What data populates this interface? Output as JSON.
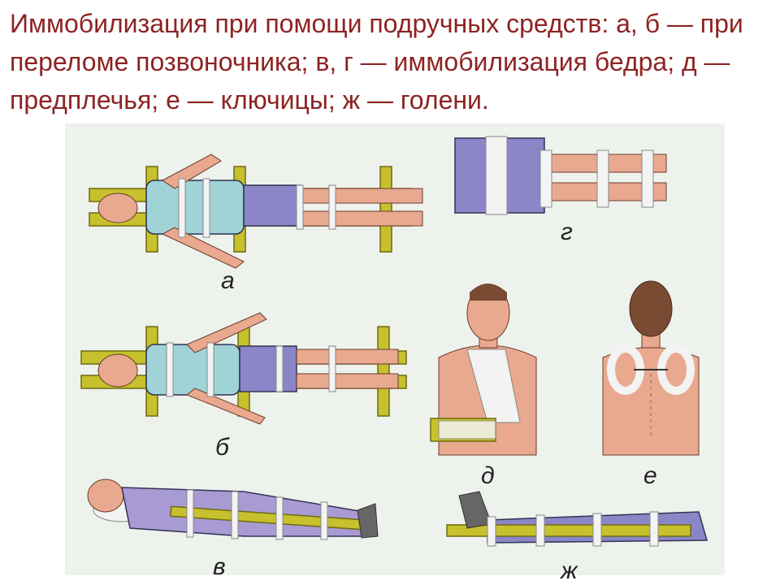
{
  "title": "Иммобилизация при помощи подручных средств: а, б — при переломе позвоночника; в, г — иммобилизация бедра; д — предплечья; е — ключицы; ж — голени.",
  "labels": {
    "a": "а",
    "b": "б",
    "v": "в",
    "g": "г",
    "d": "д",
    "e": "е",
    "zh": "ж"
  },
  "colors": {
    "title": "#8e2323",
    "panel": "#eef2ed",
    "skin": "#e8a98f",
    "wood": "#c6c12c",
    "bandage": "#f3f3f3",
    "shirt": "#9fd3d6",
    "pants": "#8a86c8",
    "sweater": "#a89bd4"
  }
}
